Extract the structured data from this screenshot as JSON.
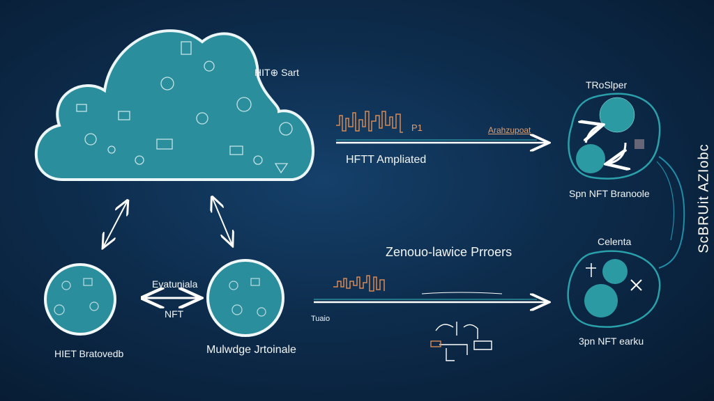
{
  "cloud": {
    "label": "HIT⊕ Sart"
  },
  "top_flow": {
    "label_above_p": "P1",
    "label_above": "Arahzupoat",
    "label_below": "HFTT Ampliated"
  },
  "bottom_flow": {
    "title": "Zenouo-lawice Prroers",
    "label_below": "Tuaio"
  },
  "left_node": {
    "label": "HIET Bratovedb"
  },
  "middle_node": {
    "label": "Mulwdge Jrtoinale"
  },
  "exchange": {
    "label_top": "Evatuniala",
    "label_bottom": "NFT"
  },
  "right_top": {
    "title": "TRoSlper",
    "caption": "Spn NFT Branoole"
  },
  "right_bottom": {
    "title": "Celenta",
    "caption": "3pn NFT earku"
  },
  "side_label": "ScBRUit AZIobc",
  "colors": {
    "teal": "#2b8e9c",
    "outline": "#e8f4f6",
    "accent_orange": "#d88a55",
    "blob_stroke": "#2aa0aa"
  }
}
